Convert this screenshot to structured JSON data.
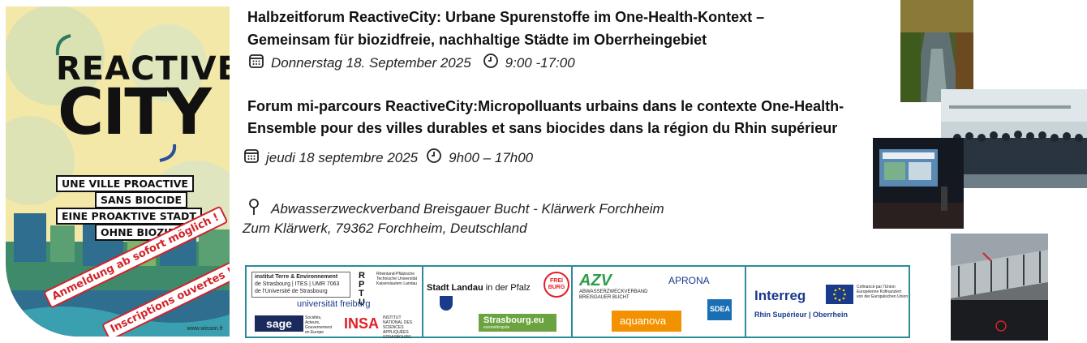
{
  "poster": {
    "logo_top": "REACTIVE",
    "logo_bottom": "CITY",
    "taglines": [
      "UNE VILLE PROACTIVE",
      "SANS BIOCIDE",
      "EINE PROAKTIVE STADT",
      "OHNE BIOZIDE"
    ],
    "stamp_de": "Anmeldung ab sofort möglich !",
    "stamp_fr": "Inscriptions ouvertes  !",
    "credit": "www.wisson.fr"
  },
  "event_de": {
    "title_line1": "Halbzeitforum ReactiveCity: Urbane Spurenstoffe im One-Health-Kontext –",
    "title_line2": "Gemeinsam für biozidfreie, nachhaltige Städte im Oberrheingebiet",
    "date": "Donnerstag 18. September 2025",
    "time": "9:00 -17:00"
  },
  "event_fr": {
    "title_line1": "Forum mi-parcours ReactiveCity:Micropolluants urbains dans le contexte One-Health-",
    "title_line2": "Ensemble pour des villes durables et sans biocides dans la région du Rhin supérieur",
    "date": "jeudi 18 septembre 2025",
    "time": "9h00 – 17h00"
  },
  "location": {
    "line1": "Abwasserzweckverband Breisgauer Bucht - Klärwerk Forchheim",
    "line2": "Zum Klärwerk, 79362 Forchheim, Deutschland"
  },
  "partners": {
    "ites_line1": "institut  Terre & Environnement",
    "ites_line2": "de Strasbourg | ITES | UMR 7063",
    "ites_line3": "de l'Université de Strasbourg",
    "rptu": "RPTU",
    "rptu_desc": "Rheinland-Pfälzische Technische Universität Kaiserslautern Landau",
    "freiburg": "universität freiburg",
    "sage": "sage",
    "sage_desc": "Sociétés, Acteurs, Gouvernement en Europe",
    "insa": "INSA",
    "insa_desc": "INSTITUT NATIONAL DES SCIENCES APPLIQUÉES STRASBOURG",
    "landau": "Stadt Landau",
    "landau_suffix": "in der Pfalz",
    "frei_burg": "FREI BURG",
    "strasbourg": "Strasbourg.eu",
    "strasbourg_sub": "eurométropole",
    "azv": "AZV",
    "azv_desc": "ABWASSERZWECKVERBAND BREISGAUER BUCHT",
    "aprona": "APRONA",
    "aquanova": "aquanova",
    "sdea": "SDEA",
    "interreg": "Interreg",
    "interreg_region": "Rhin Supérieur | Oberrhein",
    "eu_text": "Cofinancé par l'Union Européenne Kofinanziert von der Europäischen Union"
  },
  "colors": {
    "accent_teal": "#2a8c9a",
    "stamp_red": "#d2232a",
    "poster_bg": "#f4e8a8",
    "interreg_blue": "#1a3a8c"
  },
  "icons": [
    "calendar-icon",
    "clock-icon",
    "location-pin-icon"
  ]
}
